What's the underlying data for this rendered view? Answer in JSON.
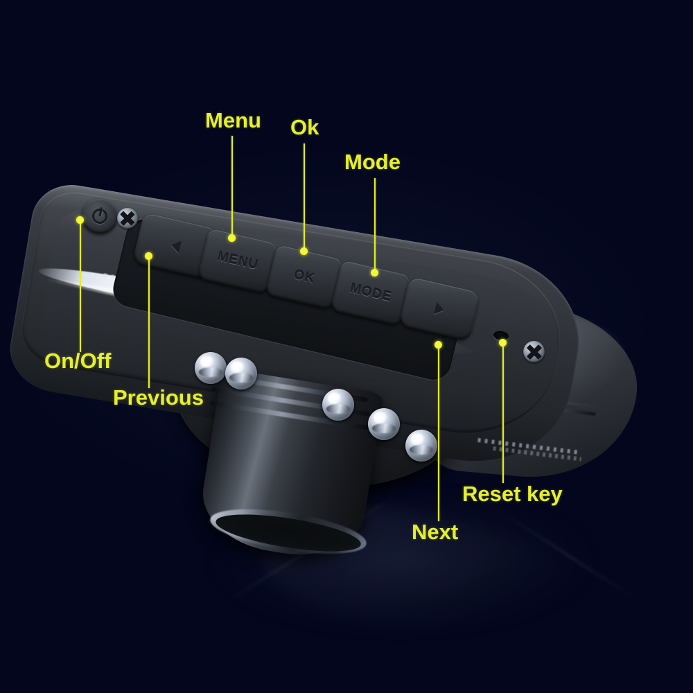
{
  "scene": {
    "type": "product-annotation-photo",
    "subject": "car dash camera DVR, front-left three-quarter view",
    "background_color": "#03061c",
    "accent_color": "#e6ef2b",
    "body_color": "#2e3137"
  },
  "device": {
    "power_button": {
      "name": "power-button",
      "glyph": "power-icon"
    },
    "screws": [
      {
        "name": "screw-left",
        "glyph": "phillips-screw-icon"
      },
      {
        "name": "screw-right",
        "glyph": "phillips-screw-icon"
      }
    ],
    "reset_hole": {
      "name": "reset-pinhole",
      "glyph": "pinhole-icon"
    },
    "buttons": [
      {
        "id": "prev",
        "face_text": "",
        "glyph": "triangle-left-icon",
        "callout": "Previous"
      },
      {
        "id": "menu",
        "face_text": "MENU",
        "glyph": "",
        "callout": "Menu"
      },
      {
        "id": "ok",
        "face_text": "OK",
        "glyph": "",
        "callout": "Ok"
      },
      {
        "id": "mode",
        "face_text": "MODE",
        "glyph": "",
        "callout": "Mode"
      },
      {
        "id": "next",
        "face_text": "",
        "glyph": "triangle-right-icon",
        "callout": "Next"
      }
    ],
    "led_count": 5,
    "lens": {
      "name": "lens-barrel"
    }
  },
  "callouts": [
    {
      "id": "menu",
      "label": "Menu"
    },
    {
      "id": "ok",
      "label": "Ok"
    },
    {
      "id": "mode",
      "label": "Mode"
    },
    {
      "id": "onoff",
      "label": "On/Off"
    },
    {
      "id": "prev",
      "label": "Previous"
    },
    {
      "id": "reset",
      "label": "Reset key"
    },
    {
      "id": "next",
      "label": "Next"
    }
  ]
}
